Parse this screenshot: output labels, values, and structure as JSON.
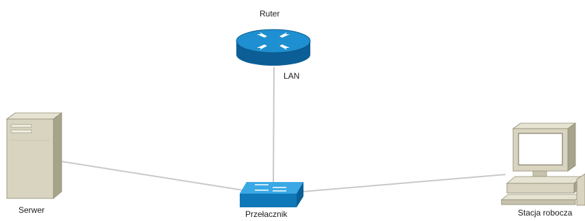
{
  "diagram": {
    "nodes": [
      {
        "id": "router",
        "type": "router",
        "label": "Ruter"
      },
      {
        "id": "switch",
        "type": "switch",
        "label": "Przełacznik"
      },
      {
        "id": "server",
        "type": "server",
        "label": "Serwer"
      },
      {
        "id": "workstation",
        "type": "workstation",
        "label": "Stacja robocza"
      }
    ],
    "links": [
      {
        "from": "router",
        "to": "switch",
        "label": "LAN"
      },
      {
        "from": "server",
        "to": "switch"
      },
      {
        "from": "workstation",
        "to": "switch"
      }
    ]
  },
  "colors": {
    "link": "#c8c8c8",
    "device_blue": "#1e8fd0",
    "device_blue_dark": "#0b5f96",
    "device_khaki": "#d8d4c0",
    "device_khaki_dark": "#8e8a72"
  }
}
